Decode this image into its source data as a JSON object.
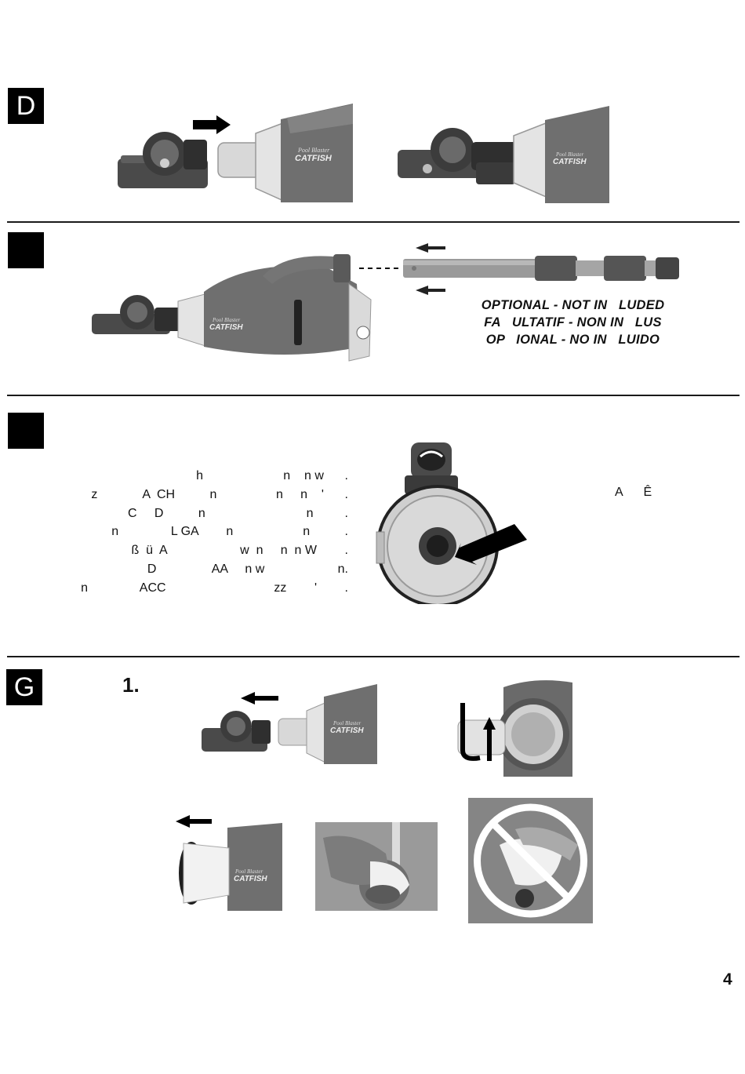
{
  "sections": {
    "d": {
      "label": "D"
    },
    "e": {
      "label": ""
    },
    "f": {
      "label": ""
    },
    "g": {
      "label": "G"
    }
  },
  "brand_logo": {
    "line1": "Pool Blaster",
    "line2": "CATFISH"
  },
  "optional_note": {
    "line1": "OPTIONAL - NOT IN   LUDED",
    "line2": "FA   ULTATIF - NON IN   LUS",
    "line3": "OP   IONAL - NO IN   LUIDO"
  },
  "instructions": {
    "lines": [
      "h                       n    n w      .",
      "z             A  CH          n                 n     n    '      .",
      "C     D          n                             n         .",
      "n               L GA        n                    n          .",
      "ß  ü  A                     w  n     n  n W        .",
      "D                AA     n w                     n.",
      "n               ACC                               zz        '        ."
    ],
    "side_text": "A      Ê"
  },
  "step": {
    "number": "1."
  },
  "page": {
    "number": "4"
  },
  "colors": {
    "rule": "#1a1a1a",
    "box": "#000000",
    "body_gray": "#6e6e6e",
    "light_gray": "#c8c8c8"
  }
}
